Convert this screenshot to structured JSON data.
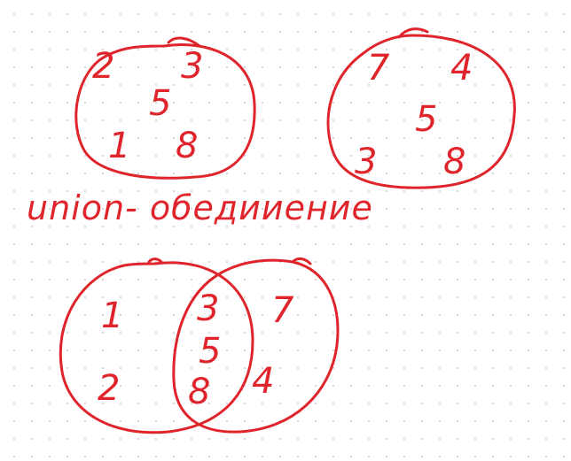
{
  "ink_color": "#e0242c",
  "background": "dotted-grid",
  "set_a": {
    "elements": [
      "2",
      "3",
      "5",
      "1",
      "8"
    ]
  },
  "set_b": {
    "elements": [
      "7",
      "4",
      "5",
      "3",
      "8"
    ]
  },
  "caption": "union- обедииение",
  "venn": {
    "left_only": [
      "1",
      "2"
    ],
    "intersection": [
      "3",
      "5",
      "8"
    ],
    "right_only": [
      "7",
      "4"
    ]
  }
}
